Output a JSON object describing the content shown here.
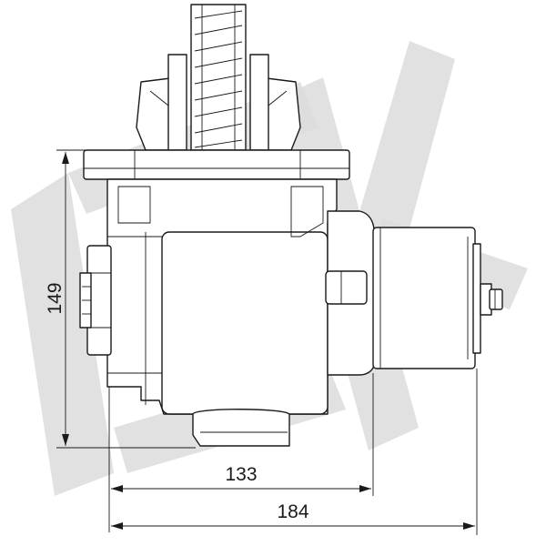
{
  "drawing": {
    "watermark_letters": "EK",
    "dimensions": {
      "height": "149",
      "width_inner": "133",
      "width_total": "184"
    }
  }
}
